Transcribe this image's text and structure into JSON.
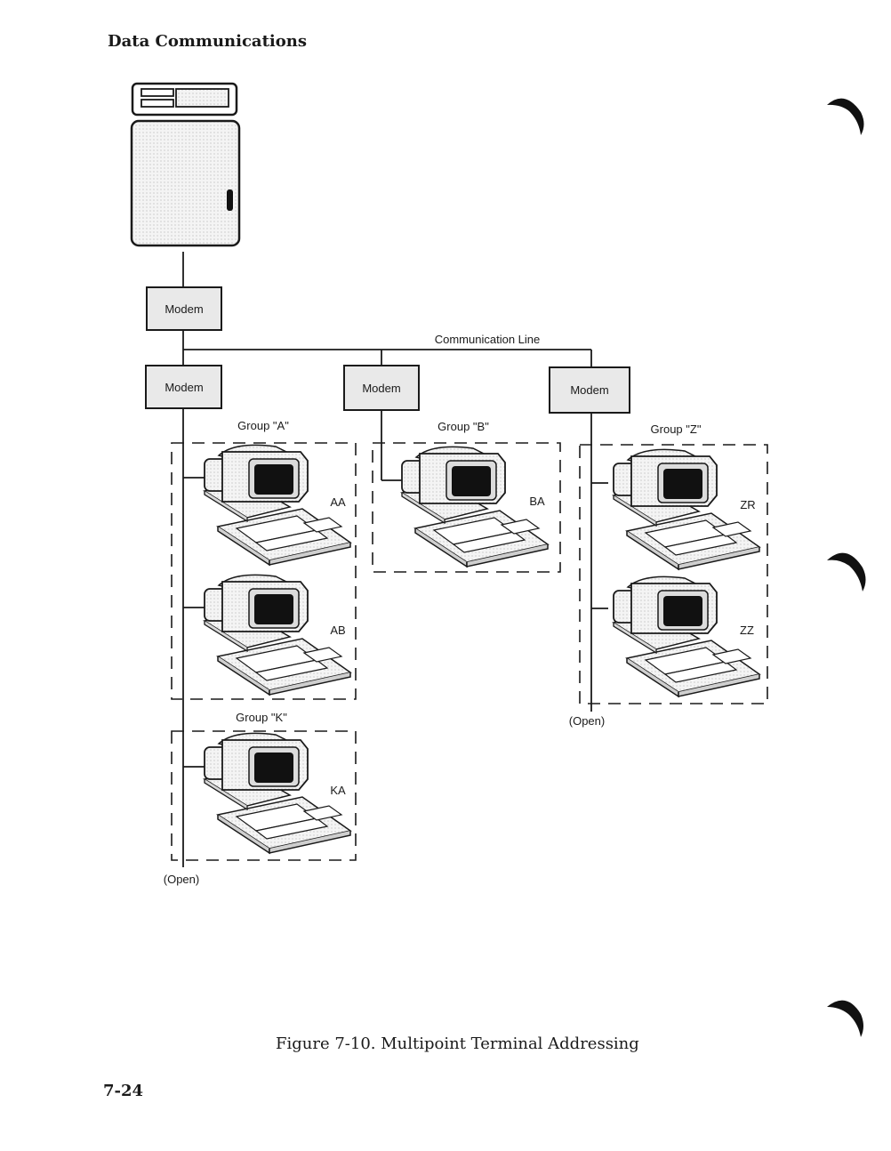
{
  "header": {
    "section_title": "Data Communications"
  },
  "footer": {
    "page_number": "7-24"
  },
  "figure": {
    "caption": "Figure 7-10. Multipoint Terminal Addressing"
  },
  "diagram": {
    "modems": {
      "host_modem": "Modem",
      "group_a_modem": "Modem",
      "group_b_modem": "Modem",
      "group_z_modem": "Modem"
    },
    "communication_line_label": "Communication Line",
    "groups": {
      "a": {
        "label": "Group \"A\"",
        "terminals": [
          "AA",
          "AB"
        ]
      },
      "b": {
        "label": "Group \"B\"",
        "terminals": [
          "BA"
        ]
      },
      "k": {
        "label": "Group \"K\"",
        "terminals": [
          "KA"
        ]
      },
      "z": {
        "label": "Group \"Z\"",
        "terminals": [
          "ZR",
          "ZZ"
        ]
      }
    },
    "open_label_left": "(Open)",
    "open_label_right": "(Open)"
  }
}
